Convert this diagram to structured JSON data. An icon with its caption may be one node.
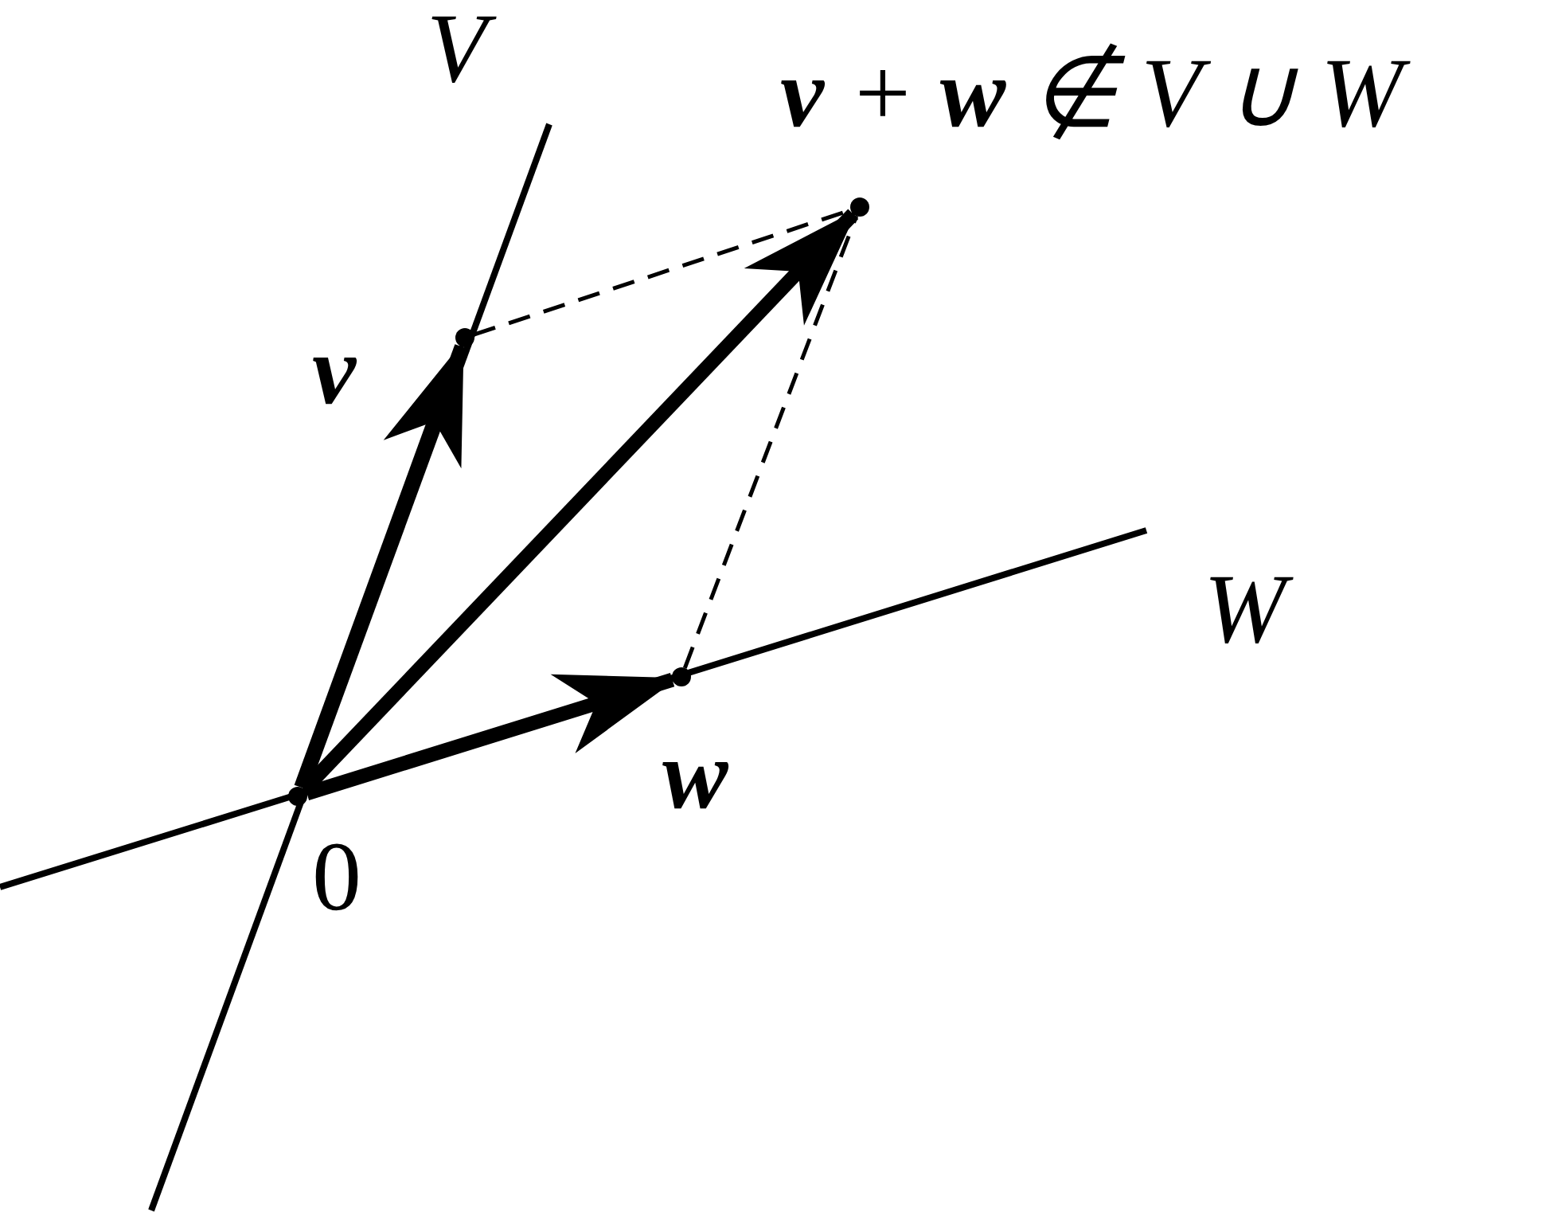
{
  "diagram": {
    "nodes": [
      {
        "text": [],
        "shape": "dot",
        "beside": [
          "0"
        ]
      },
      {
        "text": [],
        "shape": "dot",
        "beside": [
          "v"
        ]
      },
      {
        "text": [],
        "shape": "dot",
        "beside": [
          "w"
        ]
      },
      {
        "text": [],
        "shape": "dot",
        "beside": [
          "**v** + **w** ∉ V ∪ W"
        ]
      }
    ],
    "edges": [
      {
        "from": 0,
        "to": 1,
        "arrow": "to"
      },
      {
        "from": 0,
        "to": 2,
        "arrow": "to"
      },
      {
        "from": 0,
        "to": 3,
        "arrow": "to"
      },
      {
        "from": 1,
        "to": 3,
        "arrow": "none",
        "style": "dashed"
      },
      {
        "from": 2,
        "to": 3,
        "arrow": "none",
        "style": "dashed"
      }
    ],
    "labels": [
      "V",
      "W"
    ]
  }
}
